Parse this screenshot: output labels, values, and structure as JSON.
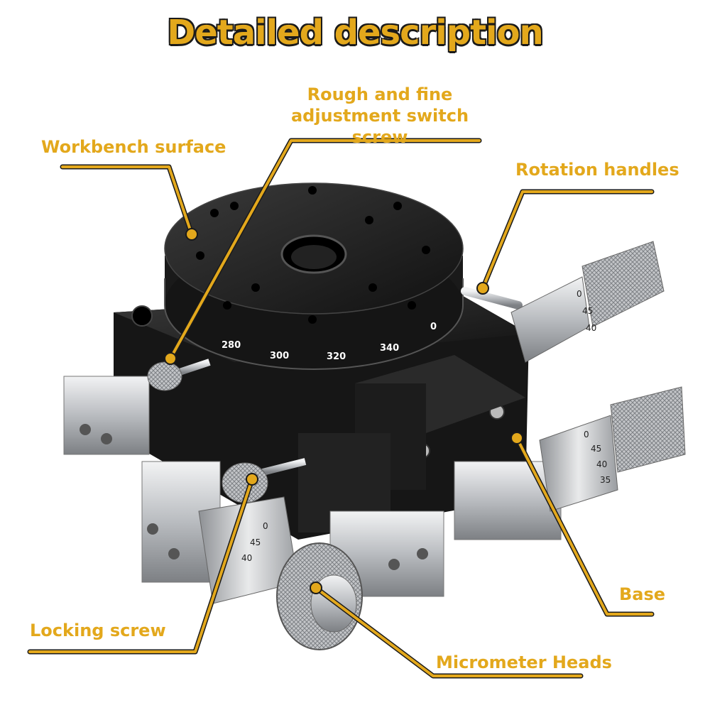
{
  "title": "Detailed description",
  "colors": {
    "accent": "#e3a81c",
    "outline": "#1a1a1a",
    "stage_black": "#1c1c1c",
    "steel": "#c9cbce"
  },
  "labels": {
    "rough_fine_switch_screw": "Rough and fine adjustment switch screw",
    "workbench_surface": "Workbench surface",
    "rotation_handles": "Rotation handles",
    "base": "Base",
    "locking_screw": "Locking screw",
    "micrometer_heads": "Micrometer Heads"
  },
  "dial_scale": [
    "280",
    "300",
    "320",
    "340",
    "0"
  ],
  "micrometer_scale": [
    "0",
    "45",
    "40",
    "35"
  ]
}
